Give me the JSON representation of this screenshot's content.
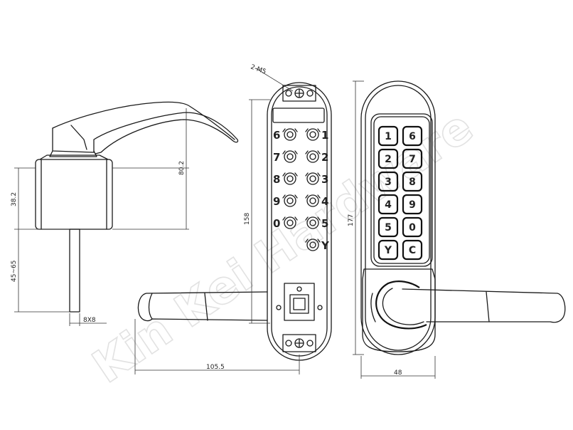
{
  "watermark": "Kin Kei Hardware",
  "dimensions": {
    "screw": "2-M5",
    "height_80": "80.2",
    "height_38": "38.2",
    "spindle_len": "45~65",
    "spindle_size": "8X8",
    "plate_h": "158",
    "lever_len": "105.5",
    "total_h": "177",
    "width": "48"
  },
  "keypad_labels": {
    "left": [
      "6",
      "7",
      "8",
      "9",
      "0"
    ],
    "right": [
      "1",
      "2",
      "3",
      "4",
      "5"
    ],
    "extra": "Y"
  },
  "buttons": {
    "left": [
      "1",
      "2",
      "3",
      "4",
      "5",
      "Y"
    ],
    "right": [
      "6",
      "7",
      "8",
      "9",
      "0",
      "C"
    ]
  }
}
